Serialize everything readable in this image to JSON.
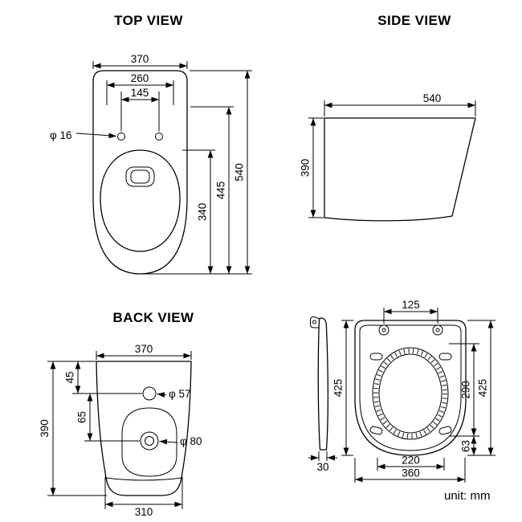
{
  "colors": {
    "line": "#000000",
    "background": "#ffffff"
  },
  "views": {
    "top": {
      "title": "TOP VIEW",
      "dims": {
        "width": "370",
        "bolt_span": "260",
        "bolt_span_inner": "145",
        "bolt_hole": "φ 16",
        "total_depth": "540",
        "depth_to_holes": "445",
        "bowl_depth": "340"
      }
    },
    "side": {
      "title": "SIDE VIEW",
      "dims": {
        "depth": "540",
        "height": "390"
      }
    },
    "back": {
      "title": "BACK VIEW",
      "dims": {
        "width": "370",
        "top_to_inlet": "45",
        "inlet_to_outlet": "65",
        "inlet_hole": "φ 57",
        "outlet_hole": "φ 80",
        "height": "390",
        "base_width": "310"
      }
    },
    "seat": {
      "dims": {
        "hinge_span": "125",
        "length_left": "425",
        "length_right": "425",
        "opening_length": "290",
        "front_depth": "63",
        "opening_width": "220",
        "width": "360",
        "thickness": "30"
      }
    },
    "unit": "unit: mm"
  }
}
